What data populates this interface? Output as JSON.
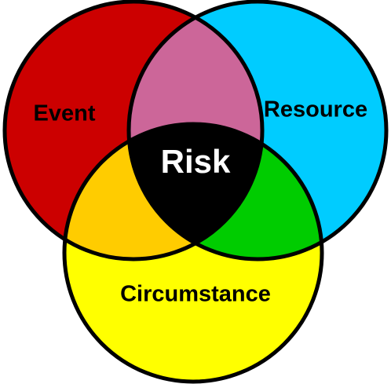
{
  "diagram": {
    "type": "venn-3",
    "sets": [
      {
        "key": "event",
        "label": "Event",
        "color": "#cc0000"
      },
      {
        "key": "resource",
        "label": "Resource",
        "color": "#00ccff"
      },
      {
        "key": "circumstance",
        "label": "Circumstance",
        "color": "#ffff00"
      }
    ],
    "intersections": {
      "event_resource": {
        "color": "#cc6699"
      },
      "event_circumstance": {
        "color": "#ffcc00"
      },
      "resource_circumstance": {
        "color": "#00cc00"
      },
      "all": {
        "label": "Risk",
        "color": "#000000"
      }
    },
    "outline_color": "#000000"
  }
}
